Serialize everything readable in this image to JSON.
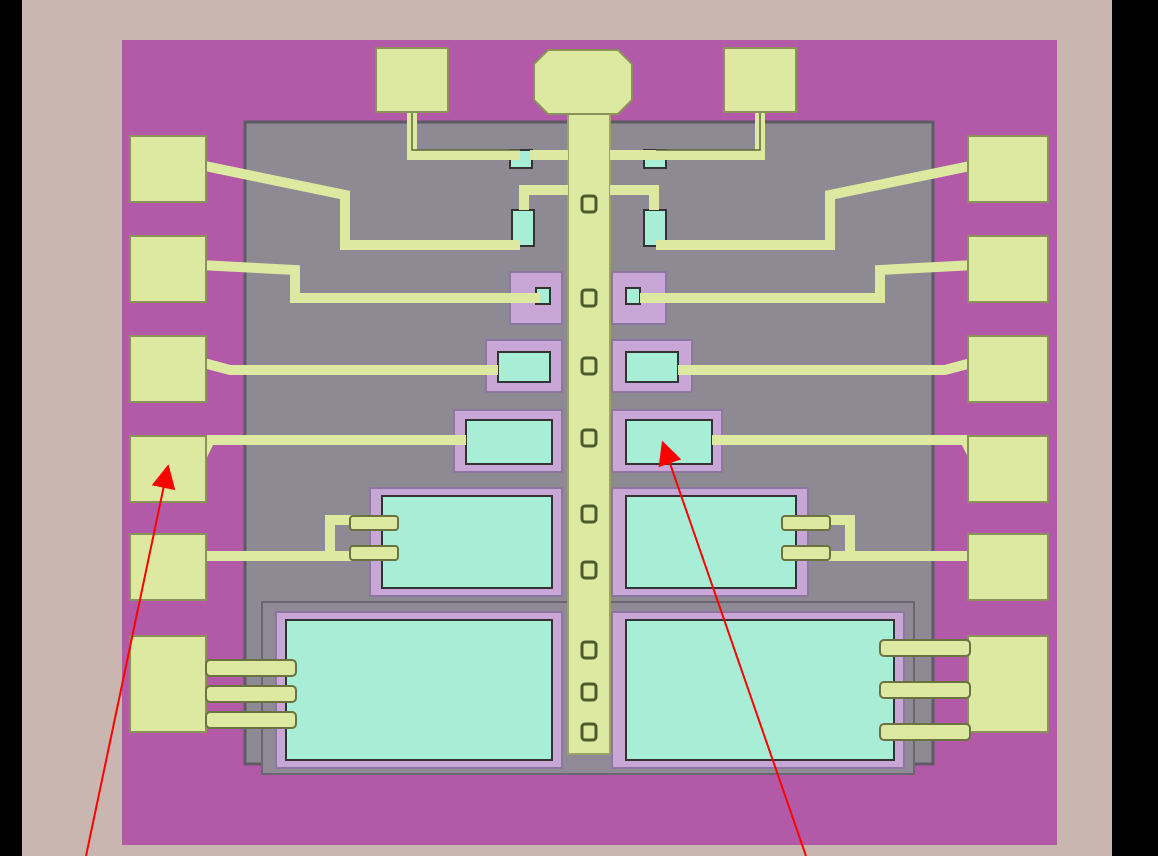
{
  "chip": {
    "top_left_tag": "",
    "footer_text": "",
    "corner_codes": {
      "left": "",
      "right": ""
    },
    "labels_left": [
      {
        "id": "l1",
        "text": ""
      },
      {
        "id": "l2",
        "text": ""
      },
      {
        "id": "l3",
        "text": ""
      },
      {
        "id": "l4",
        "text": ""
      },
      {
        "id": "l5",
        "text": ""
      },
      {
        "id": "l6",
        "text": ""
      },
      {
        "id": "l7",
        "text": ""
      }
    ],
    "labels_right": [
      {
        "id": "r1",
        "text": ""
      },
      {
        "id": "r2",
        "text": ""
      },
      {
        "id": "r3",
        "text": ""
      },
      {
        "id": "r4",
        "text": ""
      },
      {
        "id": "r5",
        "text": ""
      },
      {
        "id": "r6",
        "text": ""
      },
      {
        "id": "r7",
        "text": ""
      }
    ]
  },
  "colors": {
    "background": "#000000",
    "substrate": "#c9b6b1",
    "magenta": "#b25aa8",
    "gray_field": "#8d8a93",
    "pad": "#dde9a0",
    "capacitor_plate": "#a8eed6",
    "lavender": "#c8a6d6",
    "annotation_arrow": "#ff0000"
  }
}
